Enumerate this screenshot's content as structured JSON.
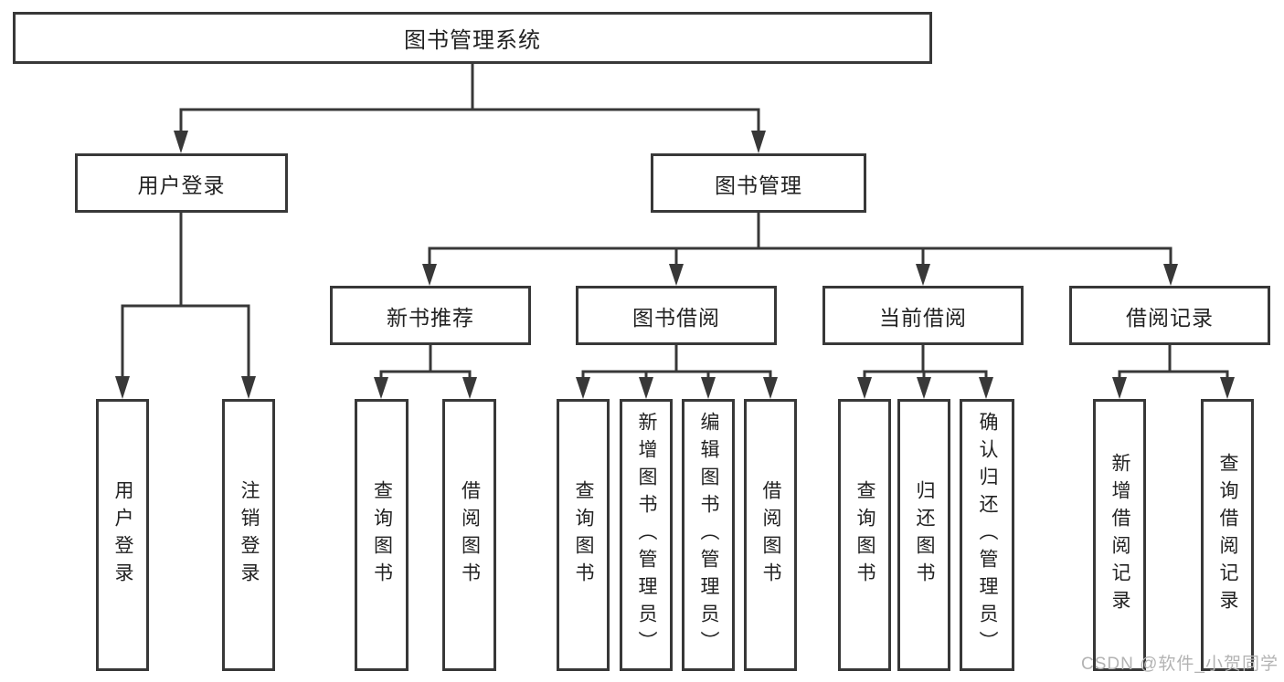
{
  "tree": {
    "root": {
      "label": "图书管理系统",
      "children": [
        {
          "label": "用户登录",
          "children": [
            {
              "label": "用户登录"
            },
            {
              "label": "注销登录"
            }
          ]
        },
        {
          "label": "图书管理",
          "children": [
            {
              "label": "新书推荐",
              "children": [
                {
                  "label": "查询图书"
                },
                {
                  "label": "借阅图书"
                }
              ]
            },
            {
              "label": "图书借阅",
              "children": [
                {
                  "label": "查询图书"
                },
                {
                  "label": "新增图书（管理员）"
                },
                {
                  "label": "编辑图书（管理员）"
                },
                {
                  "label": "借阅图书"
                }
              ]
            },
            {
              "label": "当前借阅",
              "children": [
                {
                  "label": "查询图书"
                },
                {
                  "label": "归还图书"
                },
                {
                  "label": "确认归还（管理员）"
                }
              ]
            },
            {
              "label": "借阅记录",
              "children": [
                {
                  "label": "新增借阅记录"
                },
                {
                  "label": "查询借阅记录"
                }
              ]
            }
          ]
        }
      ]
    }
  },
  "watermark": {
    "text": "CSDN @软件_小贺同学"
  },
  "colors": {
    "line": "#383838",
    "text": "#222222",
    "watermark": "#b3b3b3",
    "background": "#ffffff"
  }
}
